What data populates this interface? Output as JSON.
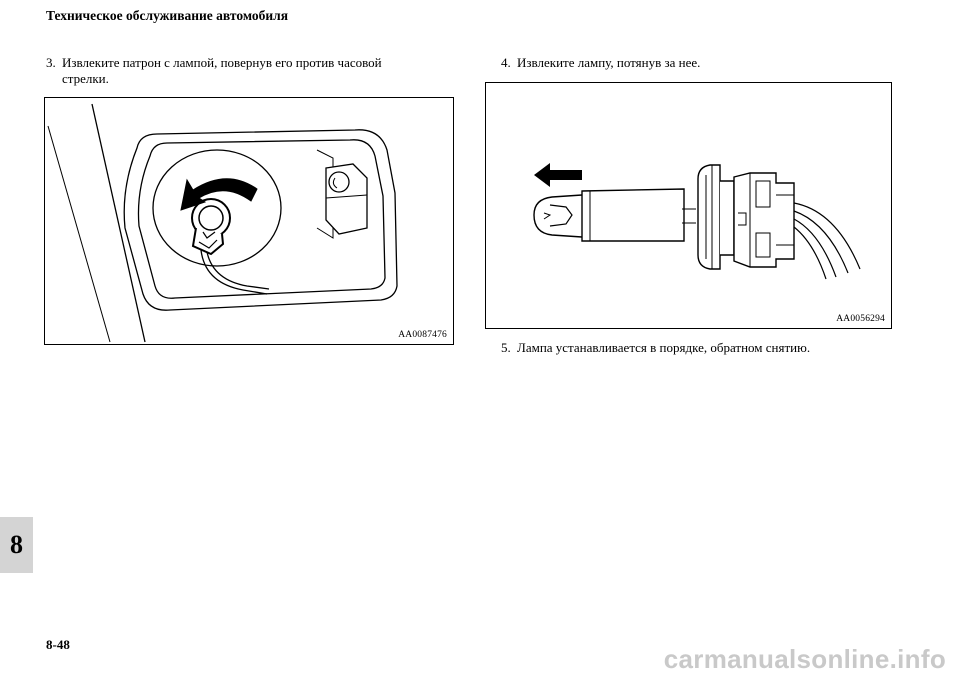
{
  "header": {
    "title": "Техническое обслуживание автомобиля"
  },
  "steps": [
    {
      "number": "3.",
      "line1": "Извлеките патрон с лампой, повернув его против часовой",
      "line2": "стрелки."
    },
    {
      "number": "4.",
      "line1": "Извлеките лампу, потянув за нее."
    },
    {
      "number": "5.",
      "line1": "Лампа устанавливается в порядке, обратном снятию."
    }
  ],
  "figures": [
    {
      "code": "AA0087476",
      "icons": [
        "bulb-socket-icon",
        "rotate-counterclockwise-arrow-icon"
      ]
    },
    {
      "code": "AA0056294",
      "icons": [
        "bulb-icon",
        "pull-left-arrow-icon"
      ]
    }
  ],
  "chapter_tab": "8",
  "page_number": "8-48",
  "watermark": "carmanualsonline.info"
}
